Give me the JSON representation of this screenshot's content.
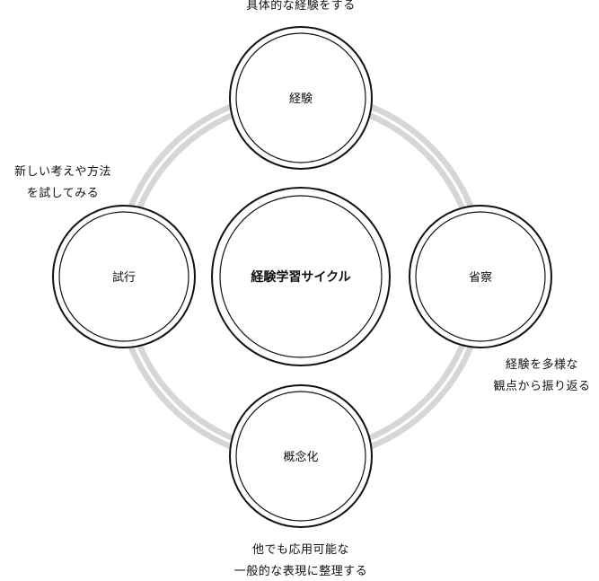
{
  "center": {
    "label": "経験学習サイクル"
  },
  "nodes": {
    "top": {
      "label": "経験",
      "caption": [
        "具体的な経験をする"
      ]
    },
    "right": {
      "label": "省察",
      "caption": [
        "経験を多様な",
        "観点から振り返る"
      ]
    },
    "bottom": {
      "label": "概念化",
      "caption": [
        "他でも応用可能な",
        "一般的な表現に整理する"
      ]
    },
    "left": {
      "label": "試行",
      "caption": [
        "新しい考えや方法",
        "を試してみる"
      ]
    }
  },
  "colors": {
    "ring": "#d6d6d6",
    "stroke": "#111111",
    "fill": "#ffffff"
  }
}
